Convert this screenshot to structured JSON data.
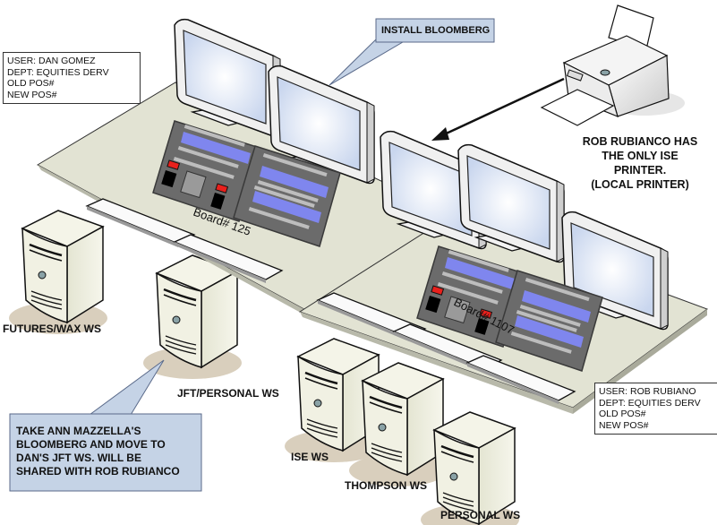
{
  "title": "Trading Desk Workstation Layout",
  "colors": {
    "desk_top": "#e2e3d3",
    "desk_edge": "#b8b9aa",
    "callout_fill": "#c5d3e6",
    "callout_border": "#5a6a8a",
    "turret_body": "#6b6b6b",
    "turret_lcd": "#7f86ee",
    "turret_red": "#e8201c",
    "monitor_bezel": "#ededed",
    "monitor_screen": "#dfe7f6",
    "tower": "#efefe2"
  },
  "user_box_left": {
    "user": "USER: DAN GOMEZ",
    "dept": "DEPT:  EQUITIES DERV",
    "old_pos": "OLD POS#",
    "new_pos": "NEW POS#"
  },
  "user_box_right": {
    "user": "USER: ROB RUBIANO",
    "dept": "DEPT:  EQUITIES DERV",
    "old_pos": "OLD POS#",
    "new_pos": "NEW POS#"
  },
  "callout_install": "INSTALL BLOOMBERG",
  "callout_move": {
    "line1": "TAKE ANN MAZZELLA'S",
    "line2": "BLOOMBERG AND MOVE TO",
    "line3": "DAN'S JFT WS. WILL BE",
    "line4": "SHARED WITH ROB RUBIANCO"
  },
  "printer_note": {
    "line1": "ROB RUBIANCO HAS",
    "line2": "THE ONLY ISE",
    "line3": "PRINTER.",
    "line4": "(LOCAL PRINTER)"
  },
  "boards": {
    "left": "Board# 125",
    "right": "Board# 1107"
  },
  "workstations": {
    "futures": "FUTURES/WAX WS",
    "jft": "JFT/PERSONAL WS",
    "ise": "ISE WS",
    "thompson": "THOMPSON WS",
    "personal": "PERSONAL WS"
  }
}
